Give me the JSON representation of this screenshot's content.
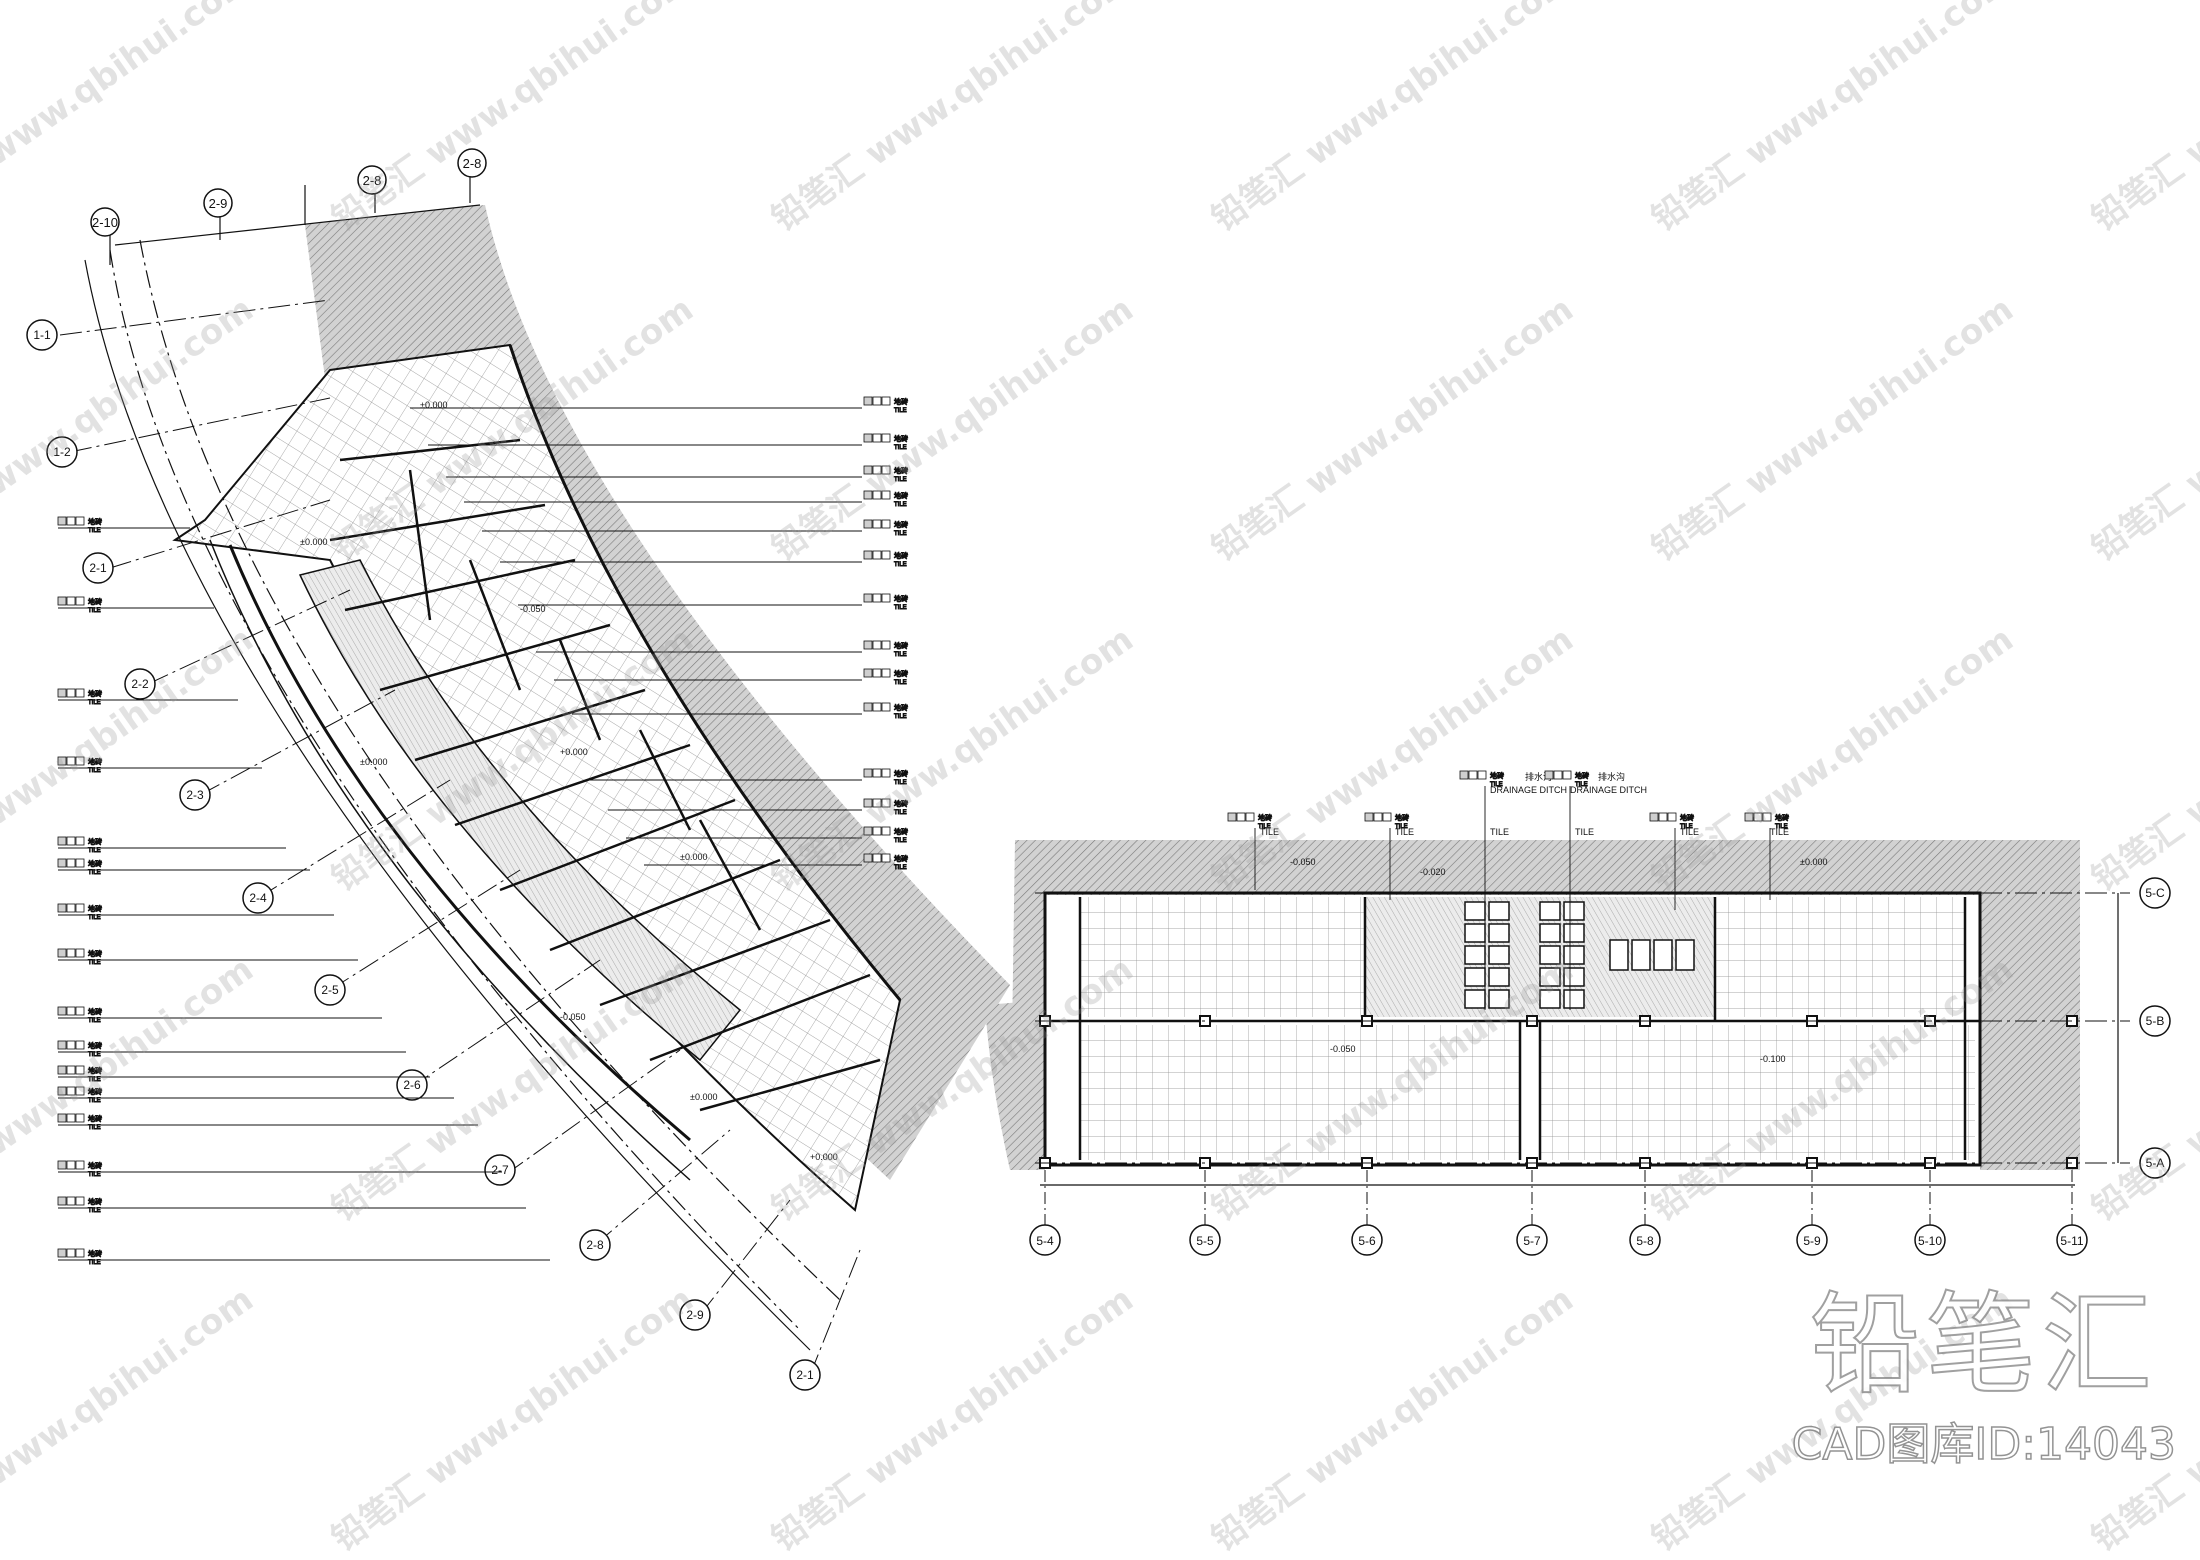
{
  "left_grid_labels": [
    "2-10",
    "2-9",
    "2-8",
    "2-8",
    "1-1",
    "1-2",
    "2-1",
    "2-2",
    "2-3",
    "2-4",
    "2-5",
    "2-6",
    "2-7",
    "2-8",
    "2-9",
    "2-1"
  ],
  "right_axis_labels": [
    "5-4",
    "5-5",
    "5-6",
    "5-7",
    "5-8",
    "5-9",
    "5-10",
    "5-11"
  ],
  "right_row_labels": [
    "5-C",
    "5-B",
    "5-A"
  ],
  "tile_label": "TILE",
  "material_label": "地砖",
  "drainage_label": "DRAINAGE DITCH",
  "drainage_cn_1": "排水沟",
  "drainage_cn_2": "排水沟",
  "level_tags": [
    "±0.000",
    "-0.050",
    "-0.100",
    "+0.000",
    "-0.020"
  ],
  "watermark_site": "www.qbihui.com",
  "watermark_brand": "铅笔汇",
  "watermark_big": "铅笔汇",
  "watermark_id": "CAD图库ID:14043",
  "colors": {
    "line": "#111111",
    "hatch": "#8c8c8c",
    "tile": "#6e6e6e",
    "watermark": "#9a9a9a"
  }
}
